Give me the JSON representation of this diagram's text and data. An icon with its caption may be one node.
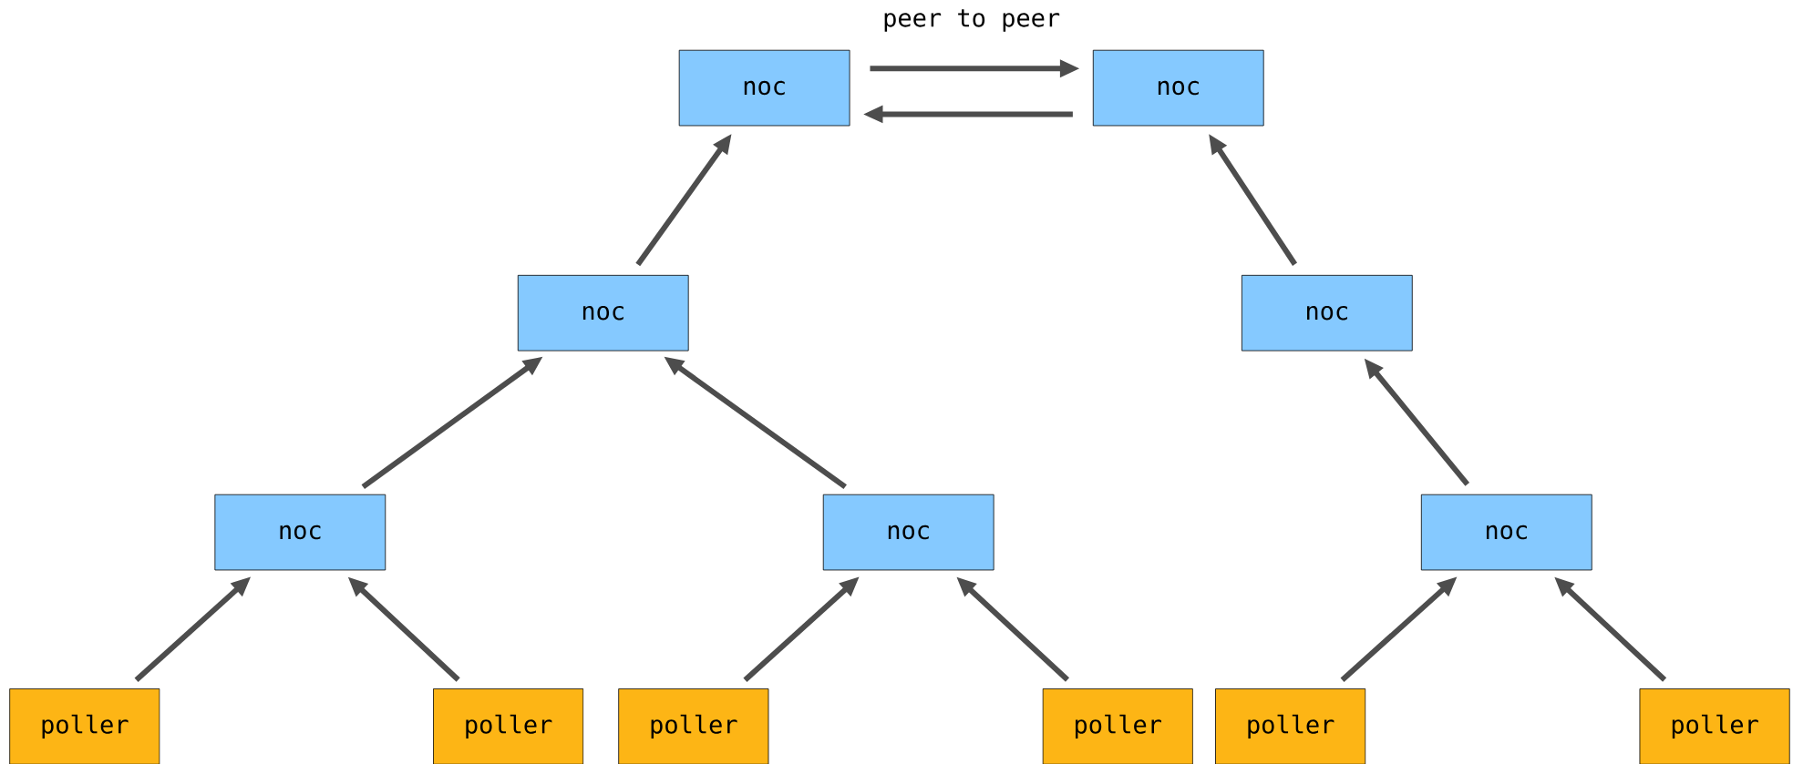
{
  "diagram": {
    "nodes": [
      {
        "text": [
          "noc"
        ]
      },
      {
        "text": [
          "noc"
        ]
      },
      {
        "text": [
          "noc"
        ]
      },
      {
        "text": [
          "noc"
        ]
      },
      {
        "text": [
          "noc"
        ]
      },
      {
        "text": [
          "noc"
        ]
      },
      {
        "text": [
          "noc"
        ]
      },
      {
        "text": [
          "poller"
        ]
      },
      {
        "text": [
          "poller"
        ]
      },
      {
        "text": [
          "poller"
        ]
      },
      {
        "text": [
          "poller"
        ]
      },
      {
        "text": [
          "poller"
        ]
      },
      {
        "text": [
          "poller"
        ]
      }
    ],
    "edges": [
      {
        "from": 0,
        "to": 1,
        "arrow": "to",
        "label": "peer to peer"
      },
      {
        "from": 1,
        "to": 0,
        "arrow": "to"
      },
      {
        "from": 2,
        "to": 0,
        "arrow": "to"
      },
      {
        "from": 3,
        "to": 1,
        "arrow": "to"
      },
      {
        "from": 4,
        "to": 2,
        "arrow": "to"
      },
      {
        "from": 5,
        "to": 2,
        "arrow": "to"
      },
      {
        "from": 6,
        "to": 3,
        "arrow": "to"
      },
      {
        "from": 7,
        "to": 4,
        "arrow": "to"
      },
      {
        "from": 8,
        "to": 4,
        "arrow": "to"
      },
      {
        "from": 9,
        "to": 5,
        "arrow": "to"
      },
      {
        "from": 10,
        "to": 5,
        "arrow": "to"
      },
      {
        "from": 11,
        "to": 6,
        "arrow": "to"
      },
      {
        "from": 12,
        "to": 6,
        "arrow": "to"
      }
    ]
  }
}
